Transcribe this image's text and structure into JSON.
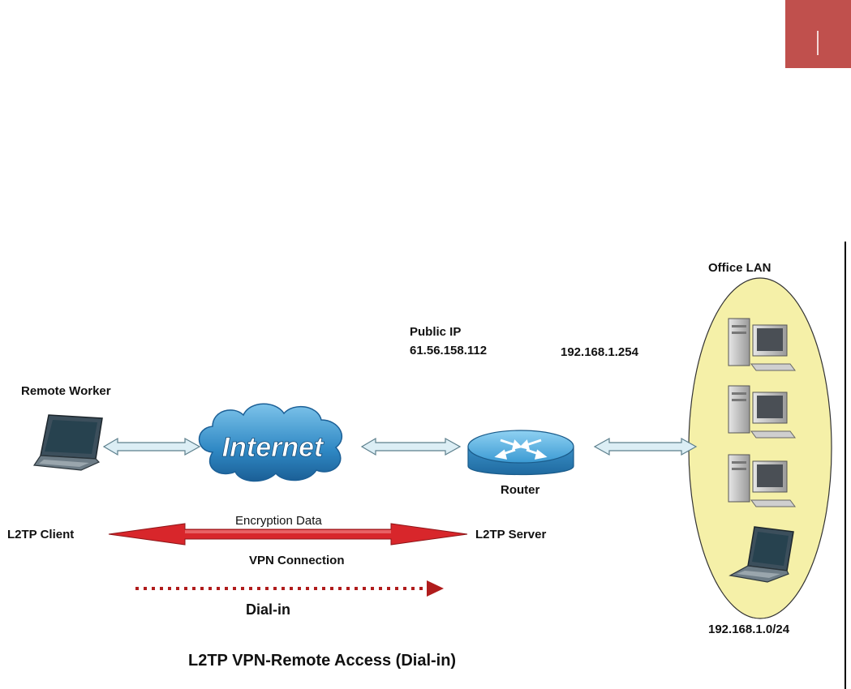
{
  "labels": {
    "office_lan": "Office LAN",
    "public_ip_title": "Public IP",
    "public_ip_value": "61.56.158.112",
    "router_lan_ip": "192.168.1.254",
    "remote_worker": "Remote Worker",
    "internet": "Internet",
    "router": "Router",
    "encryption_data": "Encryption Data",
    "l2tp_client": "L2TP Client",
    "l2tp_server": "L2TP Server",
    "vpn_connection": "VPN Connection",
    "dial_in": "Dial-in",
    "lan_subnet": "192.168.1.0/24"
  },
  "caption": "L2TP VPN-Remote Access (Dial-in)",
  "colors": {
    "page_tab": "#c0504d",
    "office_lan_fill": "#f5f0a8",
    "link_arrow_fill": "#dceef5",
    "vpn_arrow": "#d8262b",
    "dial_in_arrow": "#b01c1c",
    "internet_cloud": "#2f88c4",
    "router_body": "#4aa6d8"
  },
  "icons": [
    "laptop-icon",
    "internet-cloud-icon",
    "router-icon",
    "desktop-pc-icon",
    "laptop-icon"
  ]
}
